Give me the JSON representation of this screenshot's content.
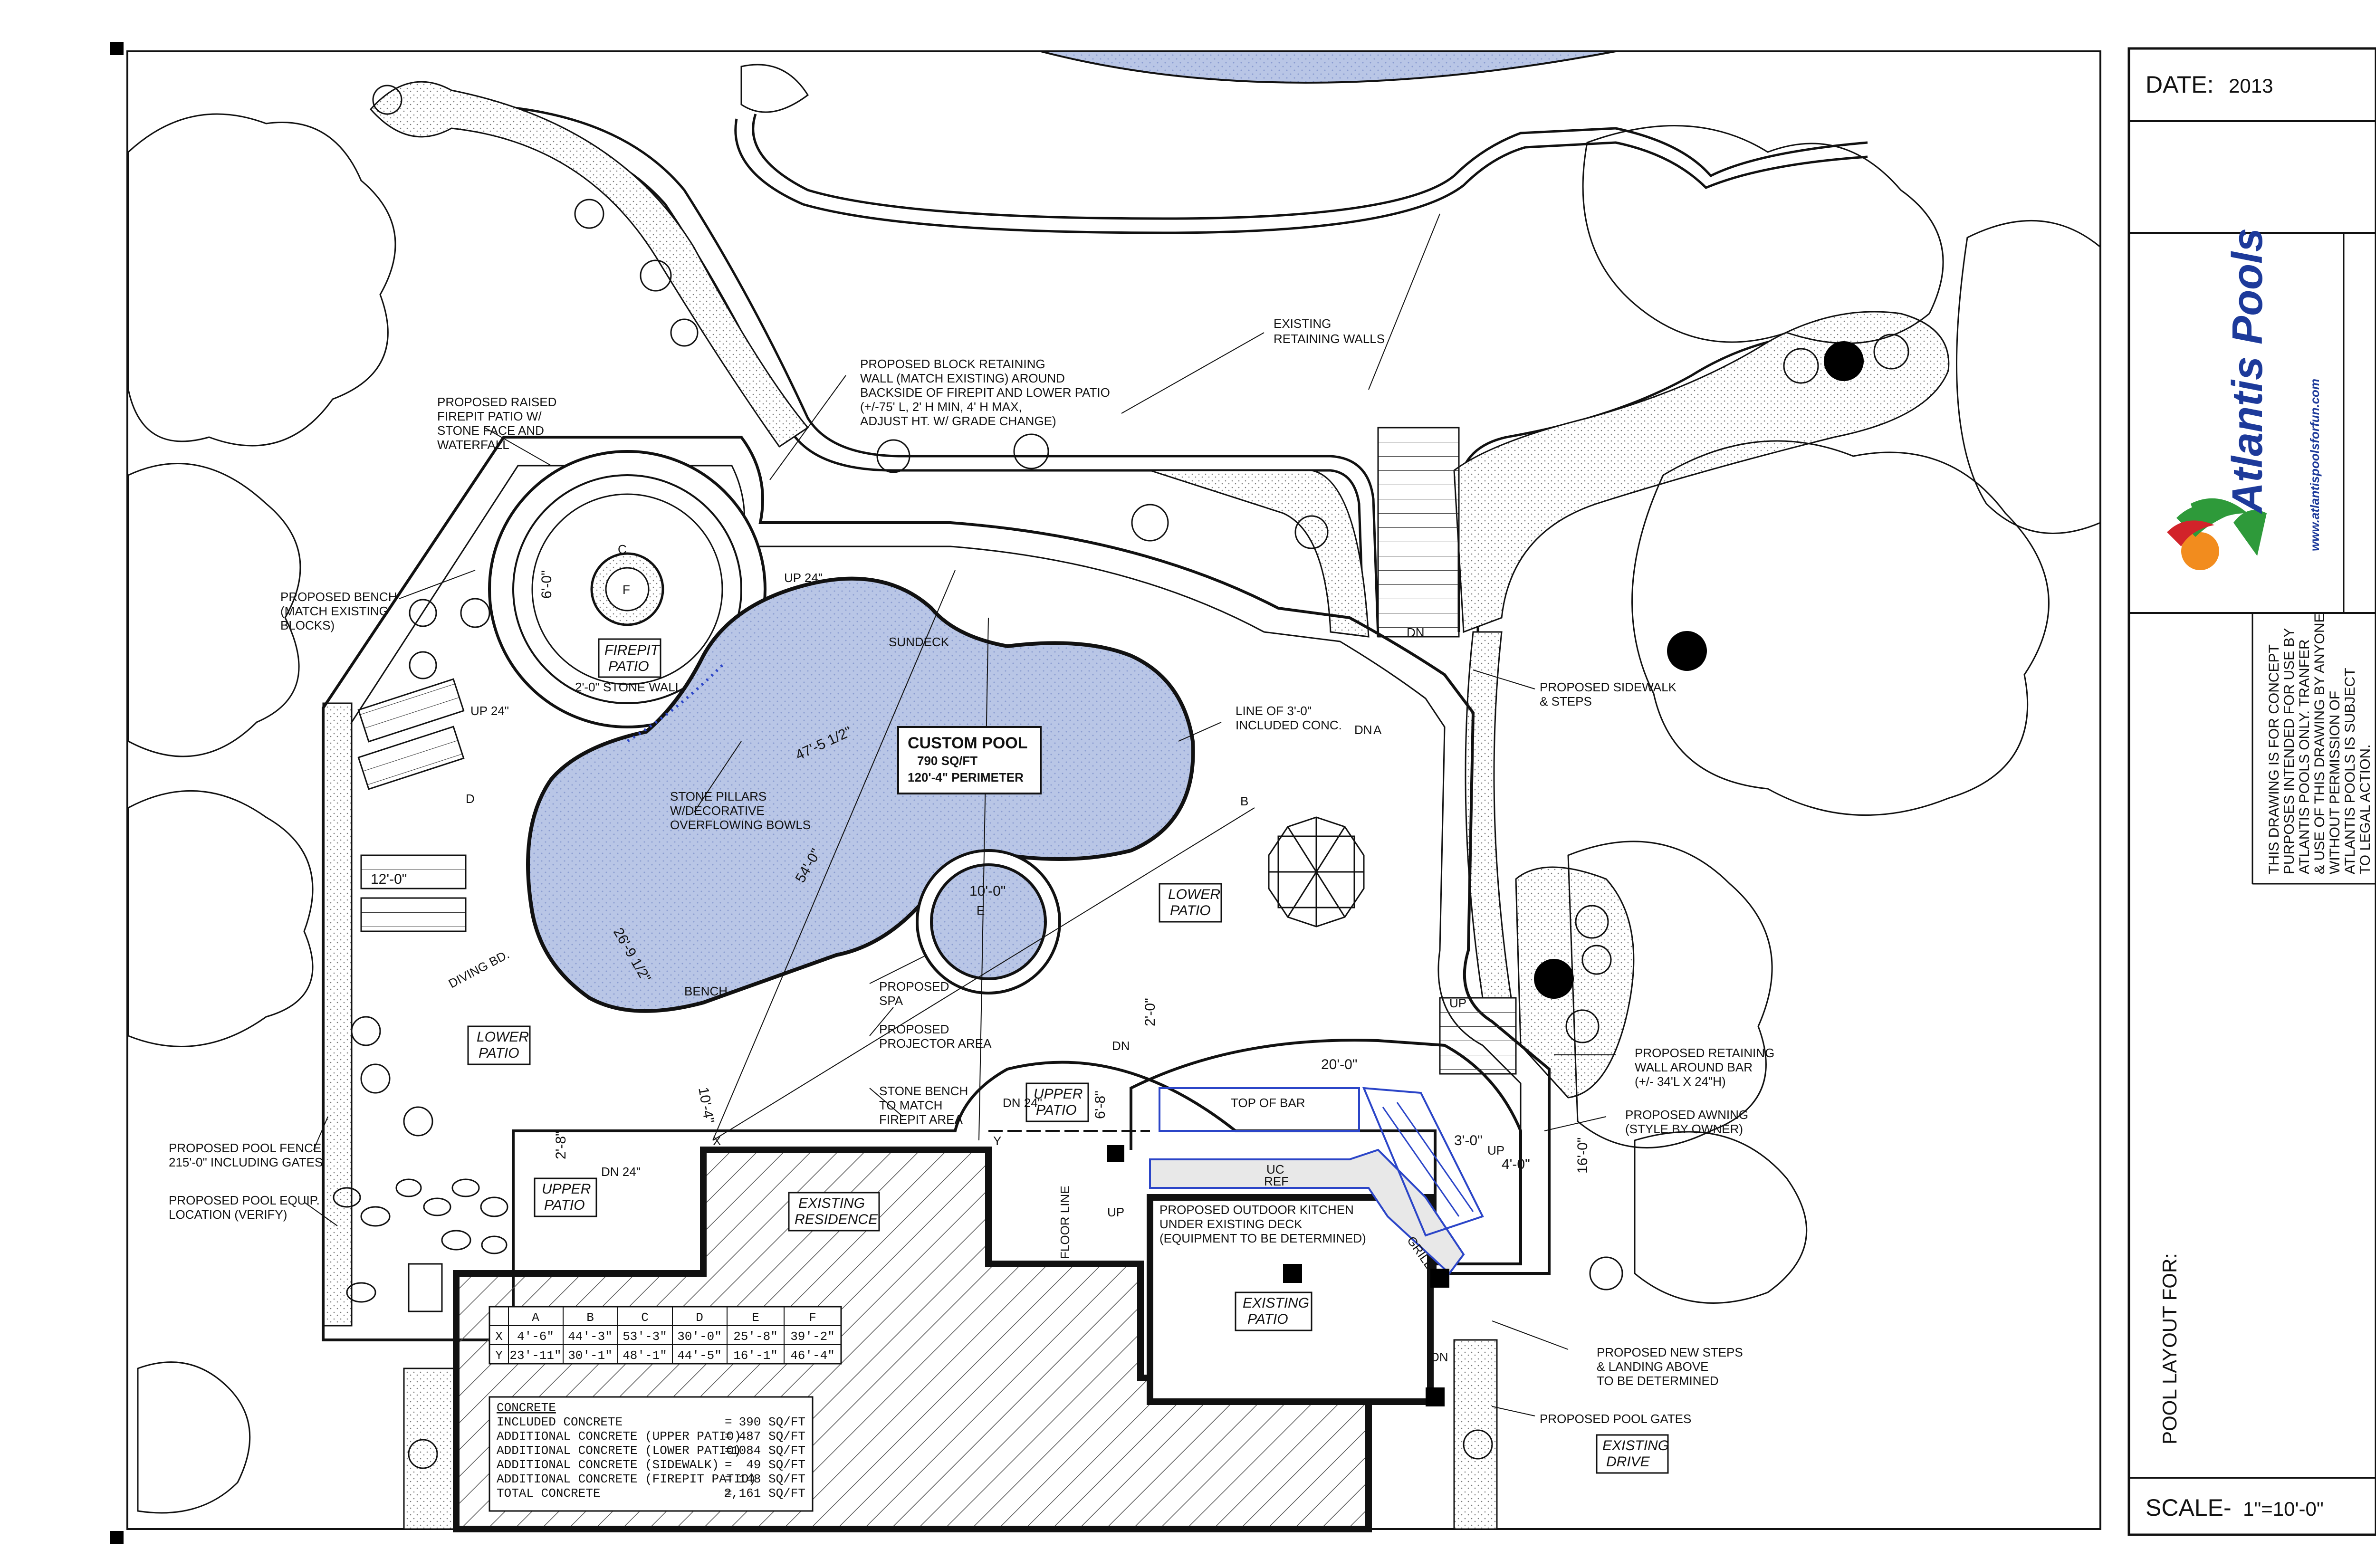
{
  "title_block": {
    "date_label": "DATE:",
    "date_value": "2013",
    "company": "Atlantis Pools",
    "website": "www.atlantispoolsforfun.com",
    "disclaimer": [
      "THIS DRAWING IS FOR CONCEPT",
      "PURPOSES INTENDED FOR USE BY",
      "ATLANTIS POOLS ONLY. TRANFER",
      "& USE OF THIS DRAWING BY ANYONE",
      "WITHOUT PERMISSION OF",
      "ATLANTIS POOLS IS SUBJECT",
      "TO LEGAL ACTION."
    ],
    "layout_for": "POOL LAYOUT FOR:",
    "scale_label": "SCALE-",
    "scale_value": "1\"=10'-0\""
  },
  "pool_box": {
    "title": "CUSTOM POOL",
    "area": "790 SQ/FT",
    "perimeter": "120'-4\" PERIMETER"
  },
  "areas": {
    "firepit_patio": [
      "FIREPIT",
      "PATIO"
    ],
    "lower_patio_right": [
      "LOWER",
      "PATIO"
    ],
    "lower_patio_left": [
      "LOWER",
      "PATIO"
    ],
    "upper_patio_mid": [
      "UPPER",
      "PATIO"
    ],
    "upper_patio_left": [
      "UPPER",
      "PATIO"
    ],
    "existing_residence": [
      "EXISTING",
      "RESIDENCE"
    ],
    "existing_patio": [
      "EXISTING",
      "PATIO"
    ],
    "existing_drive": [
      "EXISTING",
      "DRIVE"
    ],
    "sundeck": "SUNDECK"
  },
  "callouts": {
    "retaining_walls": [
      "EXISTING",
      "RETAINING WALLS"
    ],
    "block_wall": [
      "PROPOSED BLOCK RETAINING",
      "WALL (MATCH EXISTING) AROUND",
      "BACKSIDE OF FIREPIT AND LOWER PATIO",
      "(+/-75' L, 2' H MIN, 4' H MAX,",
      "ADJUST HT. W/ GRADE CHANGE)"
    ],
    "raised_firepit": [
      "PROPOSED RAISED",
      "FIREPIT PATIO W/",
      "STONE FACE AND",
      "WATERFALL"
    ],
    "bench": [
      "PROPOSED BENCH",
      "(MATCH EXISTING",
      "BLOCKS)"
    ],
    "sidewalk": [
      "PROPOSED SIDEWALK",
      "& STEPS"
    ],
    "included_conc": [
      "LINE OF 3'-0\"",
      "INCLUDED CONC."
    ],
    "stone_pillars": [
      "STONE PILLARS",
      "W/DECORATIVE",
      "OVERFLOWING BOWLS"
    ],
    "spa": [
      "PROPOSED",
      "SPA"
    ],
    "projector": [
      "PROPOSED",
      "PROJECTOR AREA"
    ],
    "stone_bench": [
      "STONE BENCH",
      "TO MATCH",
      "FIREPIT AREA"
    ],
    "retaining_bar": [
      "PROPOSED RETAINING",
      "WALL AROUND BAR",
      "(+/- 34'L X 24\"H)"
    ],
    "awning": [
      "PROPOSED AWNING",
      "(STYLE BY OWNER)"
    ],
    "fence": [
      "PROPOSED POOL FENCE",
      "215'-0\" INCLUDING GATES"
    ],
    "equipment": [
      "PROPOSED POOL EQUIP.",
      "LOCATION (VERIFY)"
    ],
    "kitchen": [
      "PROPOSED OUTDOOR KITCHEN",
      "UNDER EXISTING DECK",
      "(EQUIPMENT TO BE DETERMINED)"
    ],
    "new_steps": [
      "PROPOSED NEW STEPS",
      "& LANDING ABOVE",
      "TO BE DETERMINED"
    ],
    "gates": "PROPOSED POOL GATES",
    "diving": "DIVING BD.",
    "stone_wall": "2'-0\" STONE WALL",
    "bench_label": "BENCH",
    "grill": "GRILL",
    "bar": "TOP OF BAR",
    "uc_ref": [
      "UC",
      "REF"
    ],
    "floor_line": "FLOOR LINE"
  },
  "dimensions": {
    "d1": "6'-0\"",
    "d2": "47'-5 1/2\"",
    "d3": "54'-0\"",
    "d4": "26'-9 1/2\"",
    "d5": "12'-0\"",
    "d6": "10'-0\"",
    "d7": "20'-0\"",
    "d8": "16'-0\"",
    "d9": "6'-8\"",
    "d10": "2'-8\"",
    "d11": "4'-0\"",
    "d12": "3'-0\"",
    "d13": "10'-4\"",
    "d14": "2'-0\"",
    "up24": "UP 24\"",
    "dn24": "DN 24\"",
    "up": "UP",
    "dn": "DN"
  },
  "points": [
    "A",
    "B",
    "C",
    "D",
    "E",
    "F",
    "X",
    "Y"
  ],
  "offsets_table": {
    "headers": [
      "",
      "A",
      "B",
      "C",
      "D",
      "E",
      "F"
    ],
    "rows": [
      [
        "X",
        "4'-6\"",
        "44'-3\"",
        "53'-3\"",
        "30'-0\"",
        "25'-8\"",
        "39'-2\""
      ],
      [
        "Y",
        "23'-11\"",
        "30'-1\"",
        "48'-1\"",
        "44'-5\"",
        "16'-1\"",
        "46'-4\""
      ]
    ]
  },
  "concrete": {
    "title": "CONCRETE",
    "rows": [
      [
        "INCLUDED CONCRETE",
        "390 SQ/FT"
      ],
      [
        "ADDITIONAL CONCRETE (UPPER PATIO)",
        "487 SQ/FT"
      ],
      [
        "ADDITIONAL CONCRETE (LOWER PATIO)",
        "1084 SQ/FT"
      ],
      [
        "ADDITIONAL CONCRETE (SIDEWALK)",
        "49 SQ/FT"
      ],
      [
        "ADDITIONAL CONCRETE (FIREPIT PATIO)",
        "148 SQ/FT"
      ],
      [
        "TOTAL CONCRETE",
        "2,161 SQ/FT"
      ]
    ]
  },
  "colors": {
    "ink": "#111111",
    "water": "#b9c6e6",
    "water_accent": "#2b45c8",
    "logo_orange": "#f28c1e",
    "logo_green": "#2e9a3a",
    "logo_red": "#d2232a",
    "logo_blue": "#1d3a9a"
  }
}
